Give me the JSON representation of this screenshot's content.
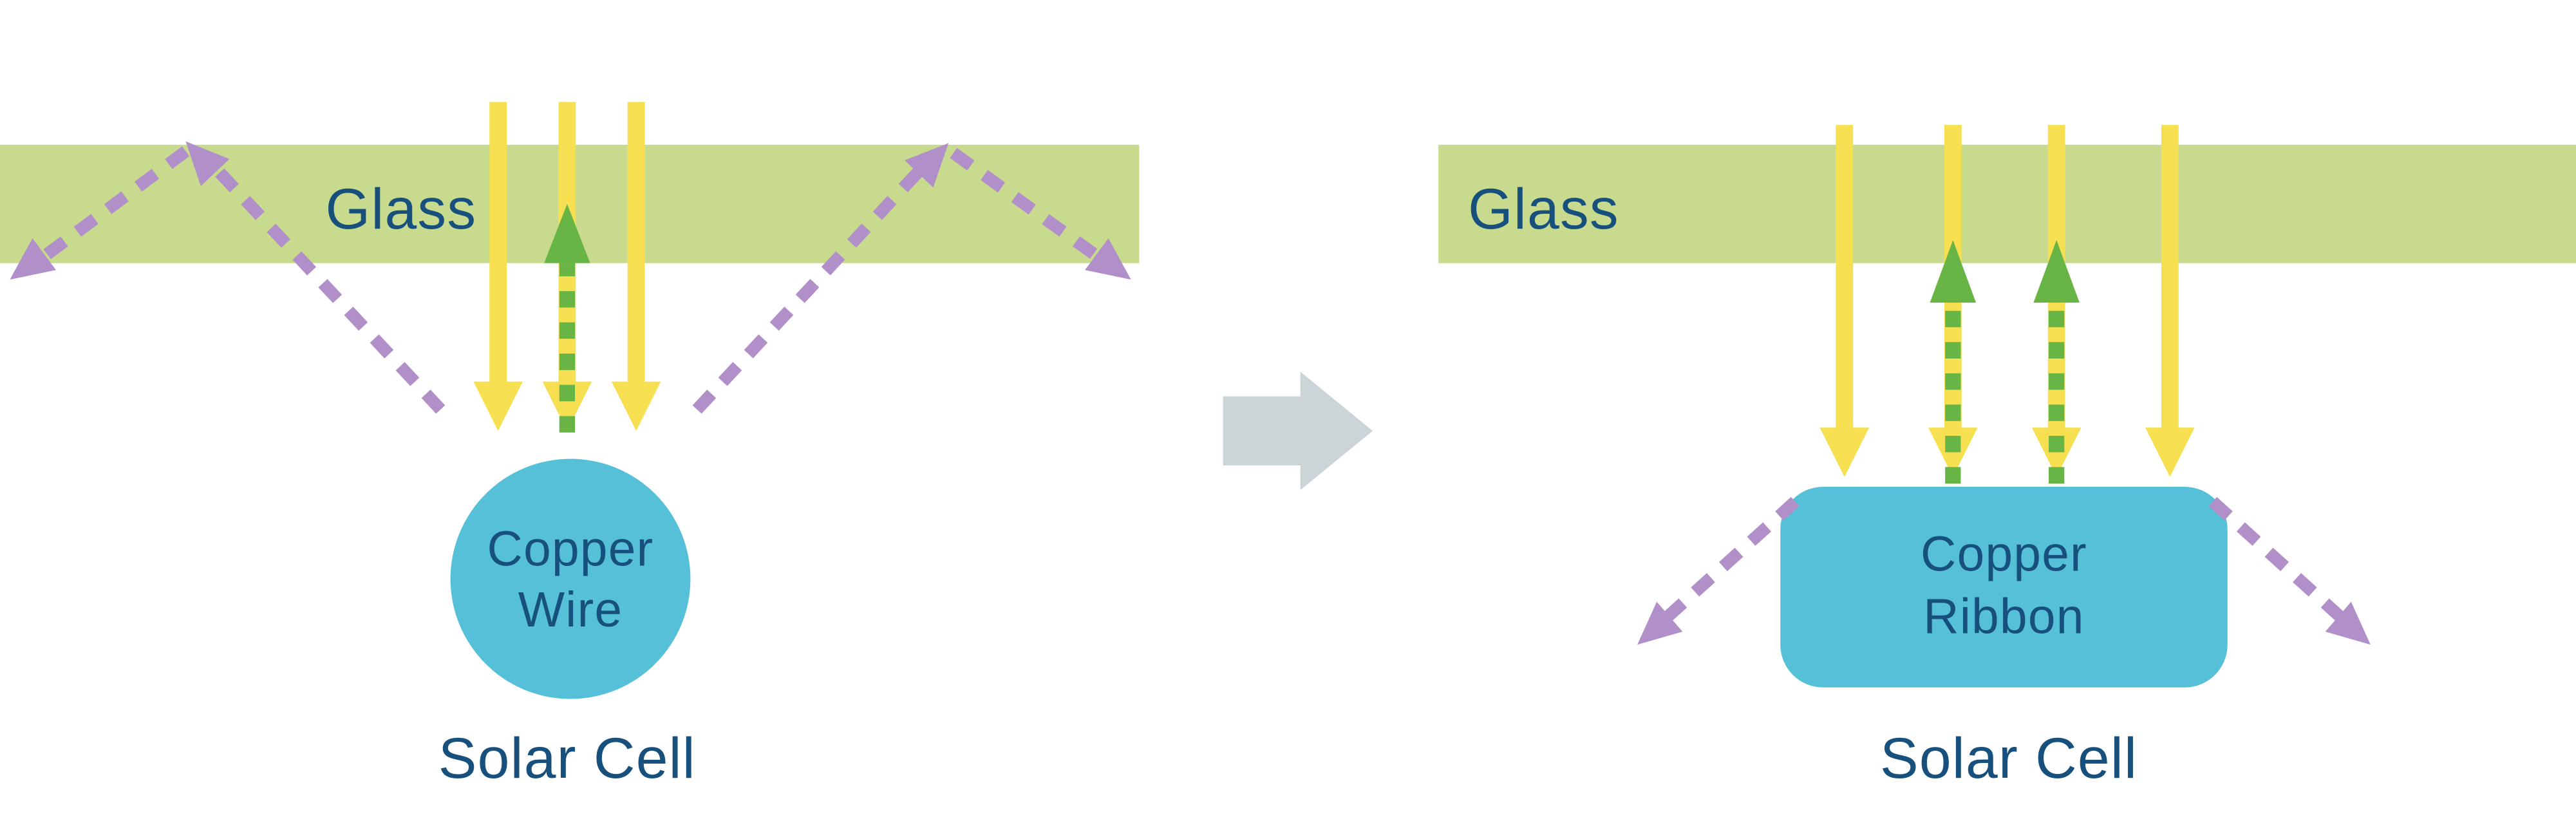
{
  "diagram": {
    "panels": [
      {
        "id": "round-wire",
        "glass_label": "Glass",
        "component_label": [
          "Copper",
          "Wire"
        ],
        "cell_label": "Solar Cell"
      },
      {
        "id": "flat-ribbon",
        "glass_label": "Glass",
        "component_label": [
          "Copper",
          "Ribbon"
        ],
        "cell_label": "Solar Cell"
      }
    ],
    "colors": {
      "glass_green": "#c7da8d",
      "light_yellow": "#f6df51",
      "redirected_green": "#68b545",
      "reflected_purple": "#b18fc9",
      "copper_cyan": "#55c0d8",
      "text_navy": "#17507d",
      "transition_arrow_gray": "#ccd4d8",
      "background": "#ffffff"
    }
  }
}
